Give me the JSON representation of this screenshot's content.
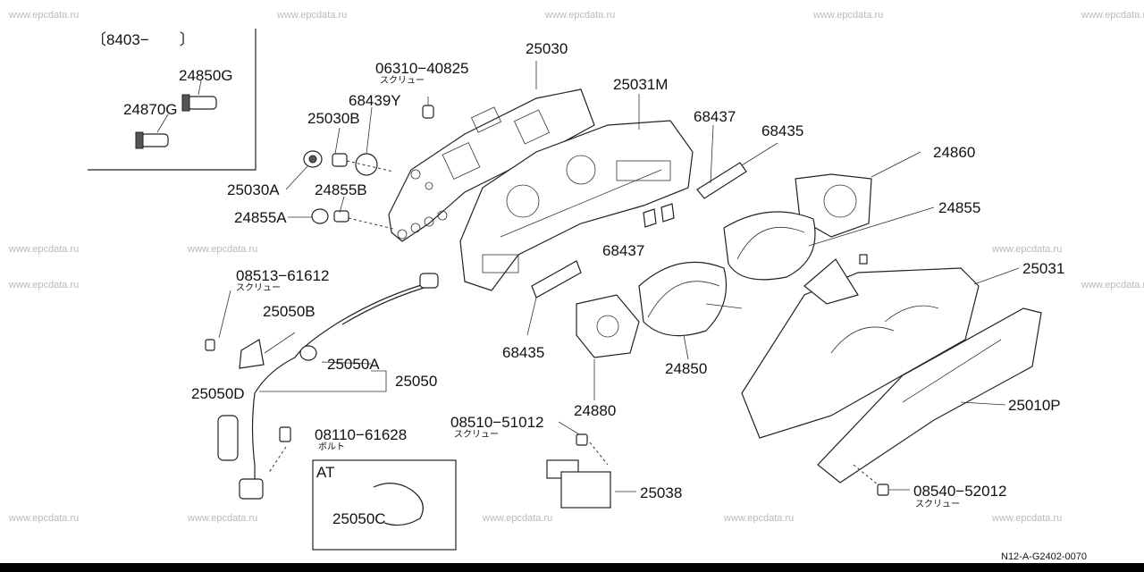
{
  "watermark": "www.epcdata.ru",
  "doc_code": "N12-A-G2402-0070",
  "inset": {
    "date_range": "〔8403−　　〕",
    "parts": [
      "24850G",
      "24870G"
    ]
  },
  "at_box": {
    "title": "AT",
    "part": "25050C"
  },
  "labels": {
    "p25030": "25030",
    "p06310": "06310−40825",
    "p06310_sub": "スクリュー",
    "p25031M": "25031M",
    "p68439Y": "68439Y",
    "p25030B": "25030B",
    "p68437_top": "68437",
    "p68435_top": "68435",
    "p24860": "24860",
    "p25030A": "25030A",
    "p24855B": "24855B",
    "p24855A": "24855A",
    "p24855": "24855",
    "p68437_mid": "68437",
    "p25031": "25031",
    "p08513": "08513−61612",
    "p08513_sub": "スクリュー",
    "p25050B": "25050B",
    "p25050A": "25050A",
    "p25050": "25050",
    "p25050D": "25050D",
    "p68435_mid": "68435",
    "p24850": "24850",
    "p25010P": "25010P",
    "p24880": "24880",
    "p08110": "08110−61628",
    "p08110_sub": "ボルト",
    "p08510": "08510−51012",
    "p08510_sub": "スクリュー",
    "p25038": "25038",
    "p08540": "08540−52012",
    "p08540_sub": "スクリュー"
  }
}
